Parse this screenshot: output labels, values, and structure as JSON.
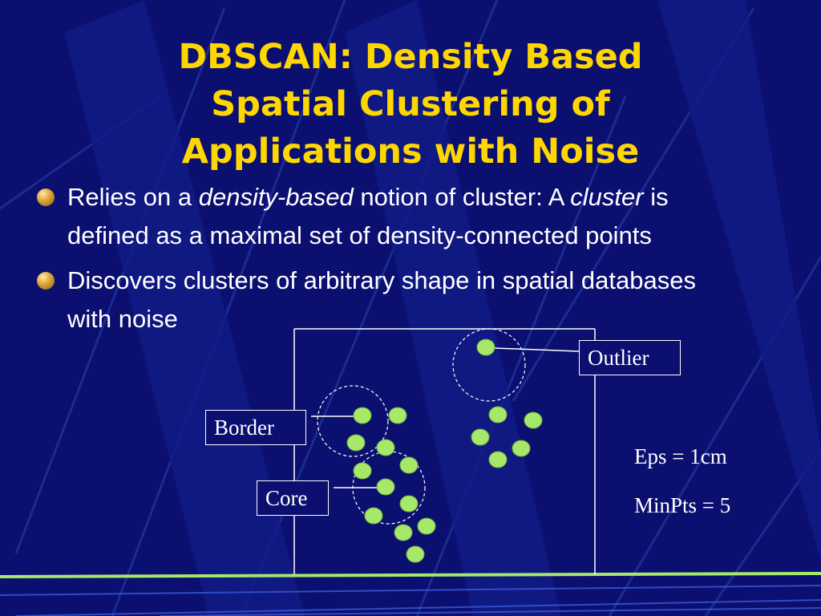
{
  "title_lines": [
    "DBSCAN: Density Based",
    "Spatial Clustering of",
    "Applications with Noise"
  ],
  "bullets": [
    {
      "segments": [
        {
          "text": "Relies on a ",
          "italic": false
        },
        {
          "text": "density-based",
          "italic": true
        },
        {
          "text": " notion of cluster:  A ",
          "italic": false
        },
        {
          "text": "cluster",
          "italic": true
        },
        {
          "text": " is defined as a maximal set of density-connected points",
          "italic": false
        }
      ]
    },
    {
      "segments": [
        {
          "text": "Discovers clusters of arbitrary shape in spatial databases with noise",
          "italic": false
        }
      ]
    }
  ],
  "diagram": {
    "labels": {
      "outlier": "Outlier",
      "border": "Border",
      "core": "Core"
    },
    "params": {
      "eps": "Eps = 1cm",
      "minpts": "MinPts = 5"
    }
  },
  "colors": {
    "background": "#0b0f70",
    "title": "#ffd700",
    "text": "#ffffff",
    "point": "#a6e86a",
    "bullet_icon": "#e3a83d"
  }
}
